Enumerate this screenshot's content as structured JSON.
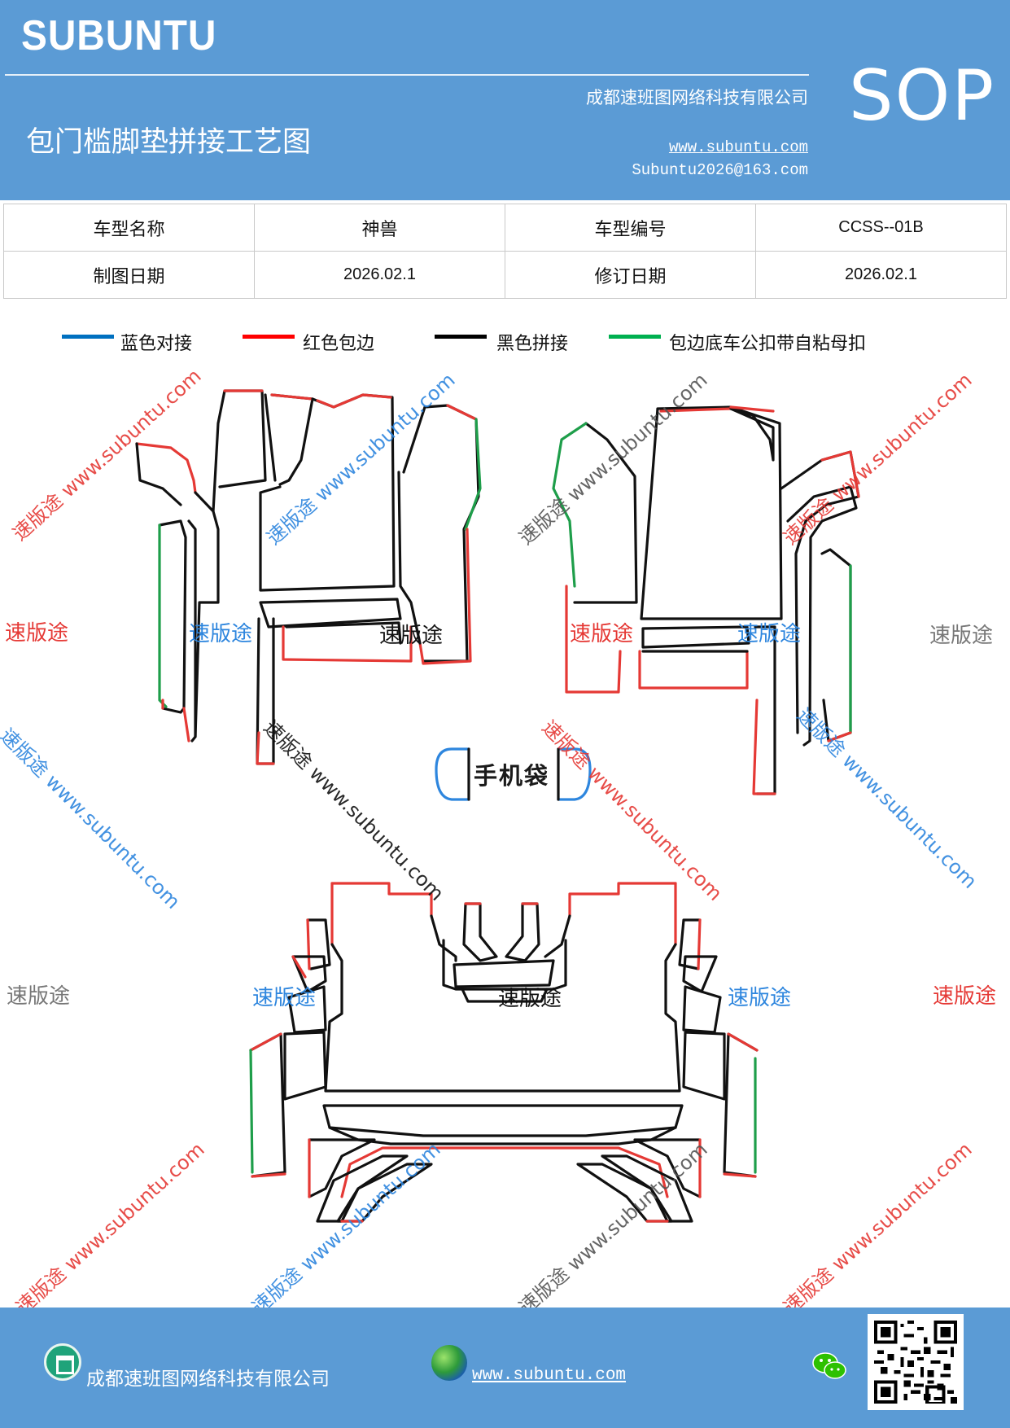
{
  "header": {
    "brand": "SUBUNTU",
    "company": "成都速班图网络科技有限公司",
    "title": "包门槛脚垫拼接工艺图",
    "url": "www.subuntu.com",
    "email": "Subuntu2026@163.com",
    "badge": "SOP"
  },
  "info_table": {
    "model_name_label": "车型名称",
    "model_name_value": "神兽",
    "model_code_label": "车型编号",
    "model_code_value": "CCSS--01B",
    "draw_date_label": "制图日期",
    "draw_date_value": "2026.02.1",
    "revise_date_label": "修订日期",
    "revise_date_value": "2026.02.1"
  },
  "legend": [
    {
      "label": "蓝色对接",
      "color": "#0070c0"
    },
    {
      "label": "红色包边",
      "color": "#ff0000"
    },
    {
      "label": "黑色拼接",
      "color": "#000000"
    },
    {
      "label": "包边底车公扣带自粘母扣",
      "color": "#00b050"
    }
  ],
  "diagram": {
    "phone_pocket_label": "手机袋",
    "colors": {
      "blue": "#2e86de",
      "red": "#e53935",
      "black": "#111111",
      "green": "#1e9e4a"
    }
  },
  "watermarks": {
    "brand_cn": "速版途",
    "url": "www.subuntu.com",
    "combined": "速版途 www.subuntu.com"
  },
  "footer": {
    "company": "成都速班图网络科技有限公司",
    "url": "www.subuntu.com",
    "icons": [
      "home-icon",
      "globe-icon",
      "wechat-icon",
      "qr-code"
    ]
  }
}
